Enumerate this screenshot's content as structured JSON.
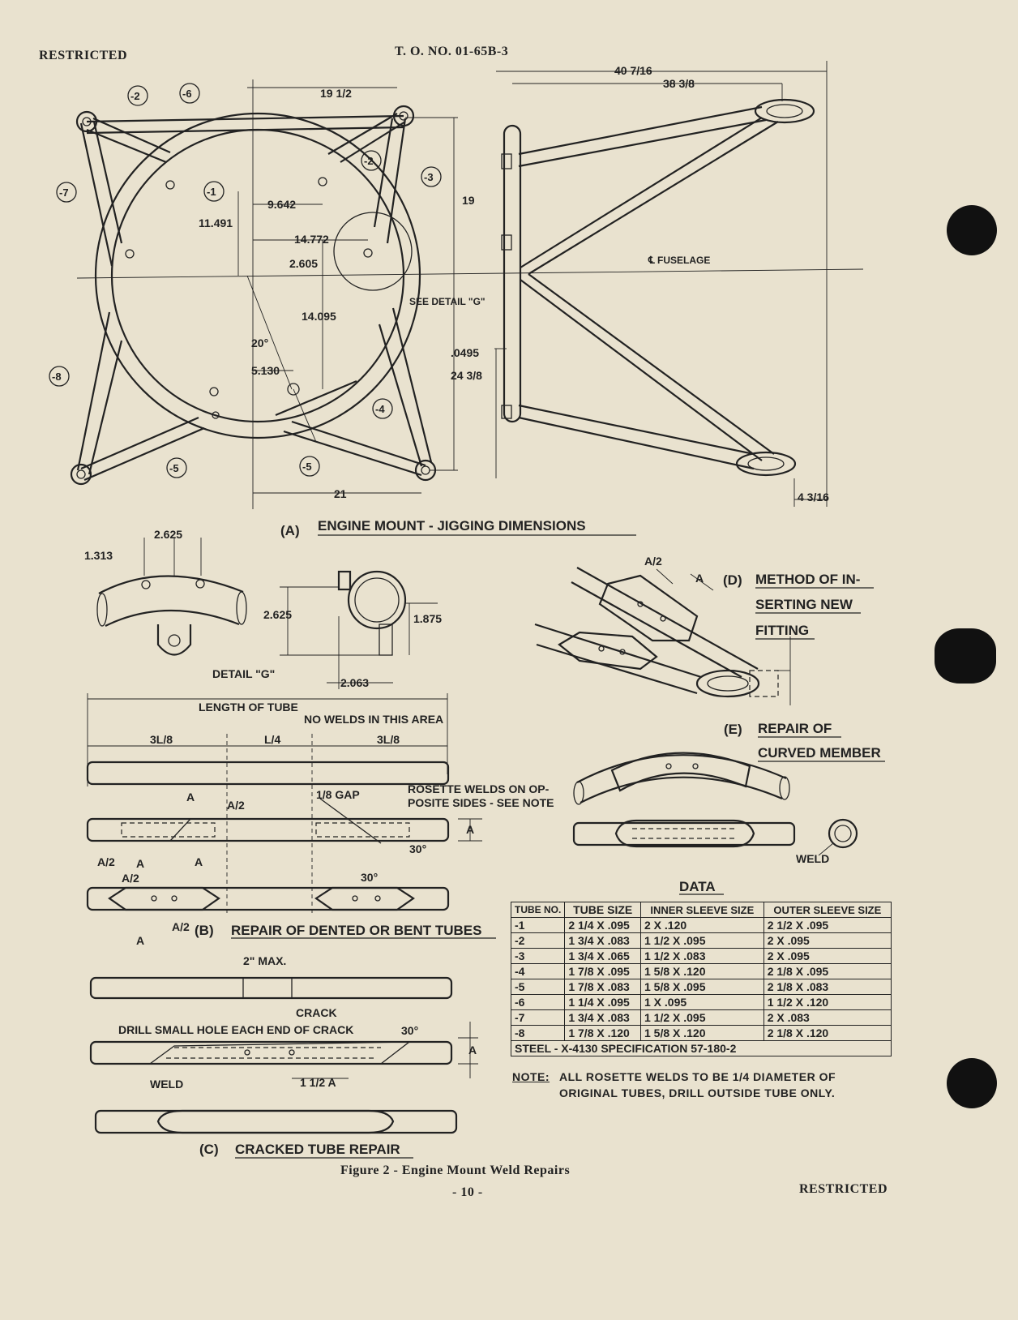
{
  "header": {
    "left": "RESTRICTED",
    "center": "T. O. NO. 01-65B-3"
  },
  "footer": {
    "caption": "Figure 2 - Engine Mount Weld Repairs",
    "page": "- 10 -",
    "right": "RESTRICTED"
  },
  "view_a": {
    "title_letter": "(A)",
    "title": "ENGINE MOUNT - JIGGING DIMENSIONS",
    "dims": {
      "top_width": "19 1/2",
      "right_height": "19",
      "d9642": "9.642",
      "d11491": "11.491",
      "d14772": "14.772",
      "d2605": "2.605",
      "d14095": "14.095",
      "angle20": "20°",
      "d5130": "5.130",
      "bottom_width": "21",
      "d0495": ".0495",
      "side_height": "24 3/8",
      "overall_length": "40 7/16",
      "inner_length": "38 3/8",
      "end_offset": "4 3/16"
    },
    "callouts": [
      "-1",
      "-2",
      "-6",
      "-2",
      "-3",
      "-7",
      "-8",
      "-4",
      "-5",
      "-5"
    ],
    "see_detail": "SEE DETAIL \"G\"",
    "fuselage_label": "℄ FUSELAGE"
  },
  "detail_g": {
    "label": "DETAIL \"G\"",
    "d2625a": "2.625",
    "d1313": "1.313",
    "d2625b": "2.625",
    "d1875": "1.875",
    "d2063": "2.063"
  },
  "view_b": {
    "title_letter": "(B)",
    "title": "REPAIR OF DENTED OR BENT TUBES",
    "length_of_tube": "LENGTH OF TUBE",
    "no_welds": "NO WELDS IN THIS AREA",
    "frac_3l8": "3L/8",
    "frac_l4": "L/4",
    "gap": "1/8 GAP",
    "rosette_line1": "ROSETTE WELDS ON OP-",
    "rosette_line2": "POSITE SIDES - SEE NOTE",
    "angle30": "30°",
    "a": "A",
    "a_half": "A/2"
  },
  "view_c": {
    "title_letter": "(C)",
    "title": "CRACKED TUBE REPAIR",
    "max": "2\" MAX.",
    "crack": "CRACK",
    "drill": "DRILL SMALL HOLE EACH END OF CRACK",
    "weld": "WELD",
    "angle30": "30°",
    "one_half_a": "1 1/2 A",
    "a": "A"
  },
  "view_d": {
    "title_letter": "(D)",
    "title_lines": [
      "METHOD OF IN-",
      "SERTING NEW",
      "FITTING"
    ],
    "a_half": "A/2",
    "a": "A"
  },
  "view_e": {
    "title_letter": "(E)",
    "title_lines": [
      "REPAIR OF",
      "CURVED MEMBER"
    ],
    "weld": "WELD"
  },
  "data_table": {
    "title": "DATA",
    "headers": [
      "TUBE NO.",
      "TUBE SIZE",
      "INNER SLEEVE SIZE",
      "OUTER SLEEVE SIZE"
    ],
    "rows": [
      [
        "-1",
        "2 1/4 X .095",
        "2 X .120",
        "2 1/2 X .095"
      ],
      [
        "-2",
        "1 3/4 X .083",
        "1 1/2 X .095",
        "2 X .095"
      ],
      [
        "-3",
        "1 3/4 X .065",
        "1 1/2 X .083",
        "2 X .095"
      ],
      [
        "-4",
        "1 7/8 X .095",
        "1 5/8 X .120",
        "2 1/8 X .095"
      ],
      [
        "-5",
        "1 7/8 X .083",
        "1 5/8 X .095",
        "2 1/8 X .083"
      ],
      [
        "-6",
        "1 1/4 X .095",
        "1 X .095",
        "1 1/2 X .120"
      ],
      [
        "-7",
        "1 3/4 X .083",
        "1 1/2 X .095",
        "2 X .083"
      ],
      [
        "-8",
        "1 7/8 X .120",
        "1 5/8 X .120",
        "2 1/8 X .120"
      ]
    ],
    "steel": "STEEL - X-4130 SPECIFICATION 57-180-2"
  },
  "note": {
    "label": "NOTE:",
    "line1": "ALL ROSETTE WELDS TO BE 1/4 DIAMETER OF",
    "line2": "ORIGINAL TUBES, DRILL OUTSIDE TUBE ONLY."
  }
}
